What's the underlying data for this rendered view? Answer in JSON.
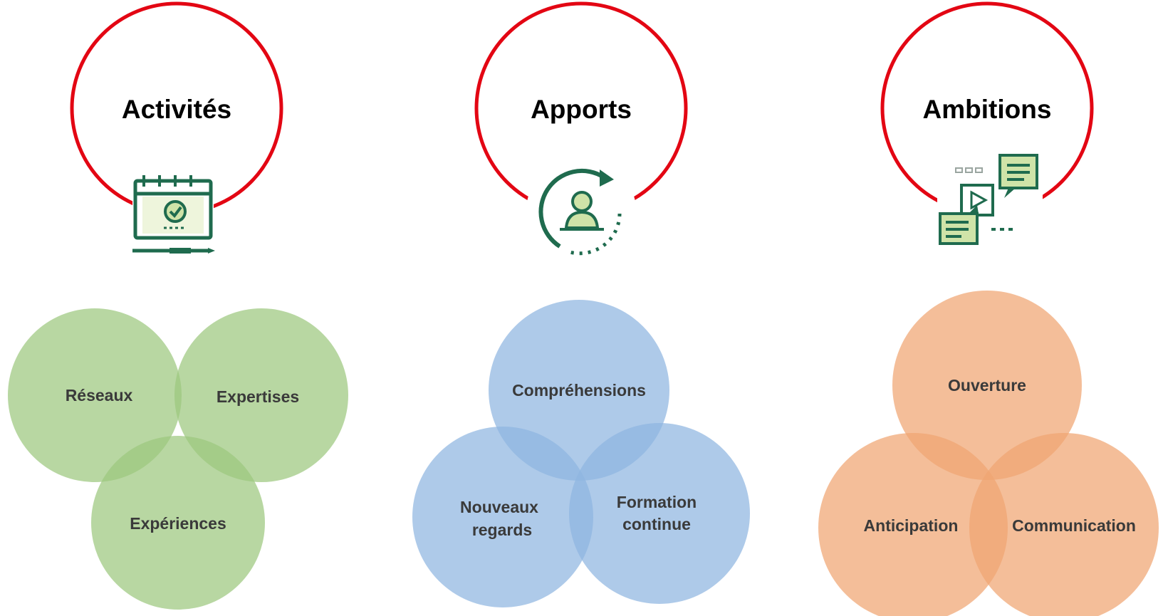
{
  "colors": {
    "ring": "#e30613",
    "icon_dark": "#1f6b4e",
    "icon_light": "#cfe3a8",
    "venn_green": "#9cc77e",
    "venn_blue": "#8fb6e0",
    "venn_orange": "#f0a572"
  },
  "sections": [
    {
      "title": "Activités",
      "icon": "calendar-check-icon",
      "venn": [
        "Réseaux",
        "Expertises",
        "Expériences"
      ]
    },
    {
      "title": "Apports",
      "icon": "person-cycle-icon",
      "venn": [
        "Compréhensions",
        "Nouveaux",
        "regards",
        "Formation",
        "continue"
      ]
    },
    {
      "title": "Ambitions",
      "icon": "chat-messages-icon",
      "venn": [
        "Ouverture",
        "Anticipation",
        "Communication"
      ]
    }
  ]
}
